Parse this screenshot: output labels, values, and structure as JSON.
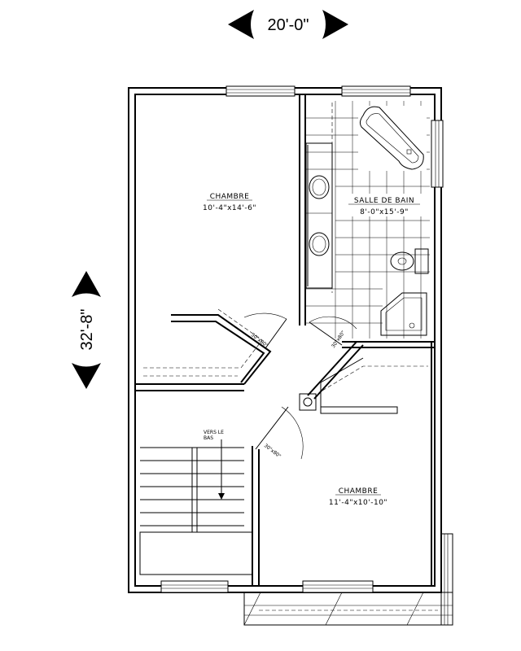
{
  "dimensions": {
    "width": "20'-0\"",
    "depth": "32'-8\""
  },
  "rooms": [
    {
      "name": "CHAMBRE",
      "size": "10'-4\"x14'-6\""
    },
    {
      "name": "SALLE DE BAIN",
      "size": "8'-0\"x15'-9\""
    },
    {
      "name": "CHAMBRE",
      "size": "11'-4\"x10'-10\""
    }
  ],
  "doors": [
    {
      "label": "30\"x80\""
    },
    {
      "label": "30\"x80\""
    },
    {
      "label": "30\"x80\""
    }
  ],
  "stairs": {
    "line1": "VERS LE",
    "line2": "BAS"
  }
}
